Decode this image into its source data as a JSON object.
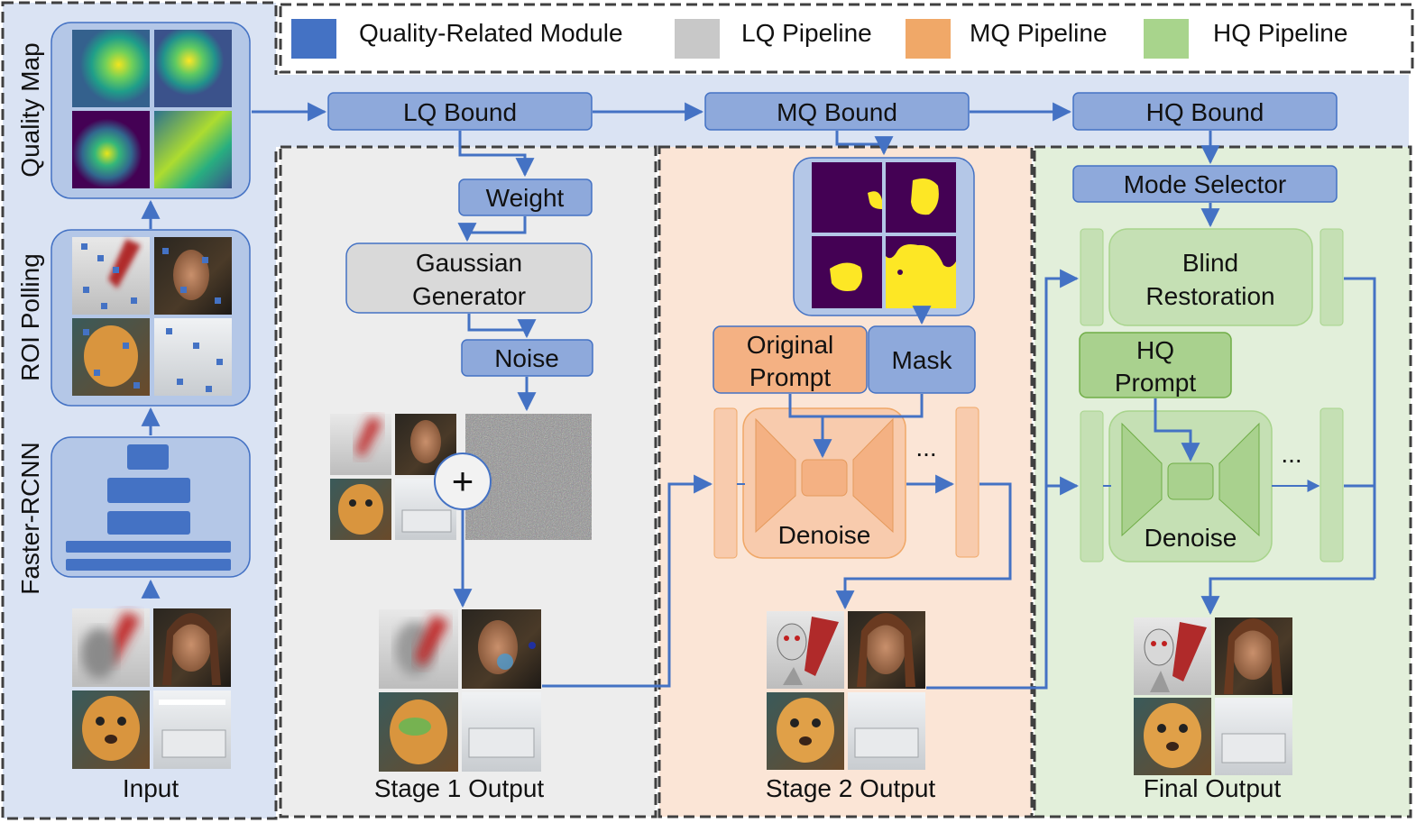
{
  "colors": {
    "quality_module": "#4472C4",
    "lq_pipeline": "#C8C8C8",
    "mq_pipeline": "#F0A868",
    "hq_pipeline": "#A8D48C",
    "module_fill": "#8EA9DB",
    "left_panel": "#DAE3F3",
    "stage1_bg": "#EDEDED",
    "stage2_bg": "#FBE5D6",
    "stage3_bg": "#E2EFDA",
    "arrow": "#4472C4"
  },
  "legend": {
    "quality_module": "Quality-Related Module",
    "lq_pipeline": "LQ Pipeline",
    "mq_pipeline": "MQ Pipeline",
    "hq_pipeline": "HQ Pipeline"
  },
  "left_column": {
    "quality_map": "Quality Map",
    "roi_polling": "ROI Polling",
    "faster_rcnn": "Faster-RCNN",
    "input": "Input"
  },
  "bounds": {
    "lq": "LQ Bound",
    "mq": "MQ Bound",
    "hq": "HQ Bound"
  },
  "stage1": {
    "weight": "Weight",
    "gaussian_line1": "Gaussian",
    "gaussian_line2": "Generator",
    "noise": "Noise",
    "plus": "+",
    "output": "Stage 1 Output"
  },
  "stage2": {
    "original_prompt_line1": "Original",
    "original_prompt_line2": "Prompt",
    "mask": "Mask",
    "denoise": "Denoise",
    "ellipsis": "...",
    "output": "Stage 2 Output"
  },
  "stage3": {
    "mode_selector": "Mode Selector",
    "blind_line1": "Blind",
    "blind_line2": "Restoration",
    "hq_prompt_line1": "HQ",
    "hq_prompt_line2": "Prompt",
    "denoise": "Denoise",
    "ellipsis": "...",
    "output": "Final Output"
  }
}
